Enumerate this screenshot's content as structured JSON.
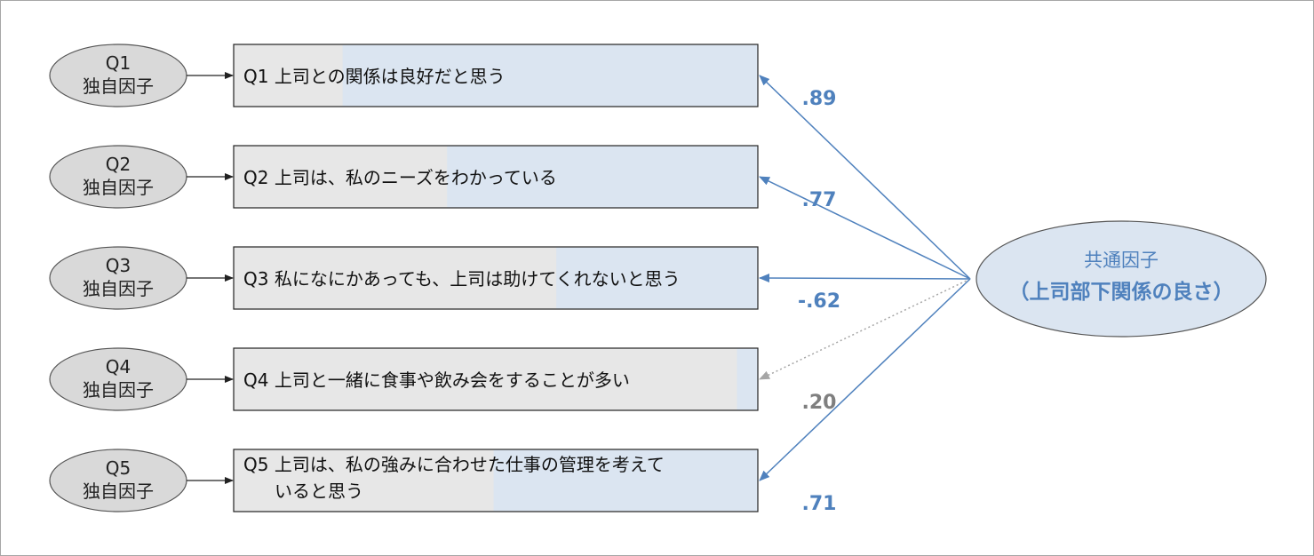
{
  "colors": {
    "accent": "#4f81bd",
    "muted": "#7f7f7f",
    "unique_fill": "#d9d9d9",
    "box_fill": "#e7e7e7",
    "common_share_fill": "#dbe5f1",
    "common_fill": "#dbe5f1"
  },
  "common_factor": {
    "line1": "共通因子",
    "line2": "（上司部下関係の良さ）"
  },
  "items": [
    {
      "factor_line1": "Q1",
      "factor_line2": "独自因子",
      "text_lines": [
        "Q1 上司との関係は良好だと思う"
      ],
      "loading": 0.89,
      "loading_label": ".89",
      "significant": true
    },
    {
      "factor_line1": "Q2",
      "factor_line2": "独自因子",
      "text_lines": [
        "Q2 上司は、私のニーズをわかっている"
      ],
      "loading": 0.77,
      "loading_label": ".77",
      "significant": true
    },
    {
      "factor_line1": "Q3",
      "factor_line2": "独自因子",
      "text_lines": [
        "Q3 私になにかあっても、上司は助けてくれないと思う"
      ],
      "loading": -0.62,
      "loading_label": "-.62",
      "significant": true
    },
    {
      "factor_line1": "Q4",
      "factor_line2": "独自因子",
      "text_lines": [
        "Q4 上司と一緒に食事や飲み会をすることが多い"
      ],
      "loading": 0.2,
      "loading_label": ".20",
      "significant": false
    },
    {
      "factor_line1": "Q5",
      "factor_line2": "独自因子",
      "text_lines": [
        "Q5 上司は、私の強みに合わせた仕事の管理を考えて",
        "いると思う"
      ],
      "loading": 0.71,
      "loading_label": ".71",
      "significant": true
    }
  ]
}
